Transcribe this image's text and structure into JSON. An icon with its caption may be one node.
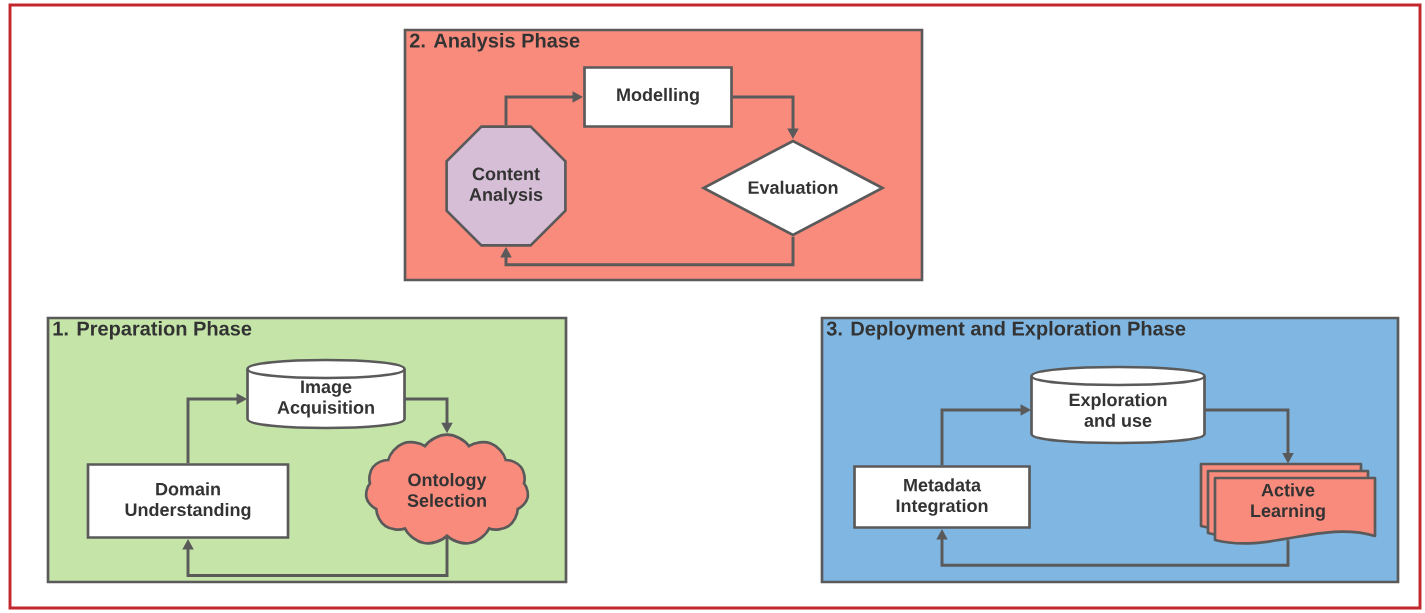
{
  "diagram": {
    "nodes": [
      {
        "text": [
          "2. Analysis Phase"
        ]
      },
      {
        "text": [
          "Modelling"
        ],
        "in": 0
      },
      {
        "text": [
          "Content Analysis"
        ],
        "in": 0
      },
      {
        "text": [
          "Evaluation"
        ],
        "in": 0
      },
      {
        "text": [
          "1. Preparation Phase"
        ]
      },
      {
        "text": [
          "Image Acquisition"
        ],
        "in": 4
      },
      {
        "text": [
          "Domain Understanding"
        ],
        "in": 4
      },
      {
        "text": [
          "Ontology Selection"
        ],
        "in": 4
      },
      {
        "text": [
          "3. Deployment and Exploration Phase"
        ]
      },
      {
        "text": [
          "Exploration and use"
        ],
        "in": 8
      },
      {
        "text": [
          "Metadata Integration"
        ],
        "in": 8
      },
      {
        "text": [
          "Active Learning"
        ],
        "in": 8
      }
    ],
    "edges": [
      {
        "from": 2,
        "to": 1,
        "arrow": "to"
      },
      {
        "from": 1,
        "to": 3,
        "arrow": "to"
      },
      {
        "from": 3,
        "to": 2,
        "arrow": "to"
      },
      {
        "from": 6,
        "to": 5,
        "arrow": "to"
      },
      {
        "from": 5,
        "to": 7,
        "arrow": "to"
      },
      {
        "from": 7,
        "to": 6,
        "arrow": "to"
      },
      {
        "from": 10,
        "to": 9,
        "arrow": "to"
      },
      {
        "from": 9,
        "to": 11,
        "arrow": "to"
      },
      {
        "from": 11,
        "to": 10,
        "arrow": "to"
      }
    ]
  }
}
